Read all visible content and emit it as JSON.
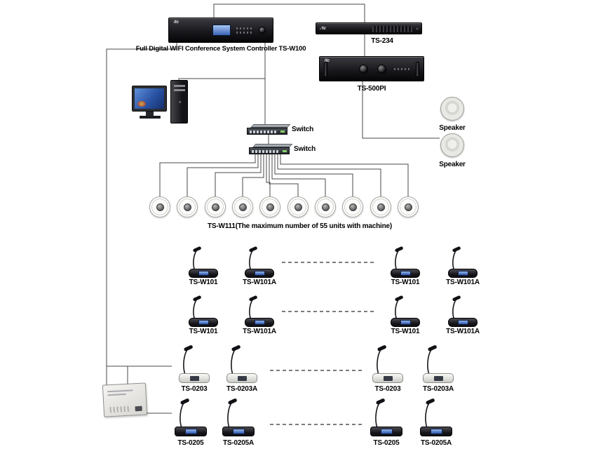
{
  "colors": {
    "wire": "#4a4a4a",
    "background": "#ffffff",
    "screen_blue": "#3a63b4"
  },
  "brand": "itc",
  "controller": {
    "label": "Full Digital WIFI Conference System Controller TS-W100"
  },
  "rack_ts234": {
    "label": "TS-234"
  },
  "amplifier": {
    "label": "TS-500PI"
  },
  "speakers": {
    "label1": "Speaker",
    "label2": "Speaker"
  },
  "switches": {
    "label1": "Switch",
    "label2": "Switch"
  },
  "wifi_units": {
    "caption": "TS-W111(The maximum number of 55 units with machine)",
    "count": 10
  },
  "mic_rows": {
    "row1": {
      "labels": [
        "TS-W101",
        "TS-W101A",
        "TS-W101",
        "TS-W101A"
      ]
    },
    "row2": {
      "labels": [
        "TS-W101",
        "TS-W101A",
        "TS-W101",
        "TS-W101A"
      ]
    },
    "row3": {
      "labels": [
        "TS-0203",
        "TS-0203A",
        "TS-0203",
        "TS-0203A"
      ]
    },
    "row4": {
      "labels": [
        "TS-0205",
        "TS-0205A",
        "TS-0205",
        "TS-0205A"
      ]
    }
  }
}
